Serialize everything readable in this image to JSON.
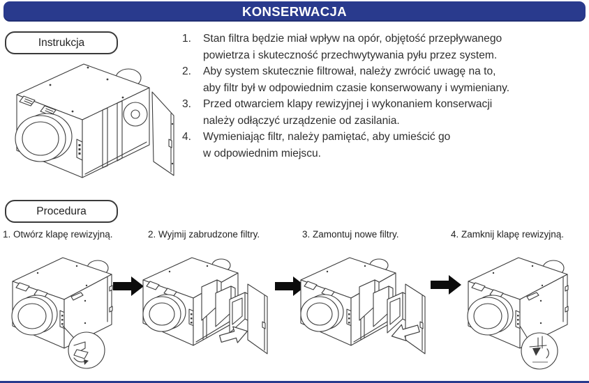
{
  "header": {
    "title": "KONSERWACJA",
    "accent_color": "#293a8d"
  },
  "labels": {
    "instrukcja": "Instrukcja",
    "procedura": "Procedura"
  },
  "instructions": [
    {
      "num": "1.",
      "line1": "Stan filtra będzie miał wpływ na opór, objętość przepływanego",
      "line2": "powietrza i skuteczność przechwytywania pyłu przez system."
    },
    {
      "num": "2.",
      "line1": "Aby system skutecznie filtrował, należy zwrócić uwagę na to,",
      "line2": "aby filtr był w odpowiednim czasie konserwowany i wymieniany."
    },
    {
      "num": "3.",
      "line1": "Przed otwarciem klapy rewizyjnej i wykonaniem konserwacji",
      "line2": "należy odłączyć urządzenie od zasilania."
    },
    {
      "num": "4.",
      "line1": "Wymieniając filtr, należy pamiętać, aby umieścić go",
      "line2": "w odpowiednim miejscu."
    }
  ],
  "steps": [
    {
      "caption": "1. Otwórz klapę rewizyjną."
    },
    {
      "caption": "2. Wyjmij zabrudzone filtry."
    },
    {
      "caption": "3. Zamontuj nowe filtry."
    },
    {
      "caption": "4. Zamknij klapę rewizyjną."
    }
  ]
}
